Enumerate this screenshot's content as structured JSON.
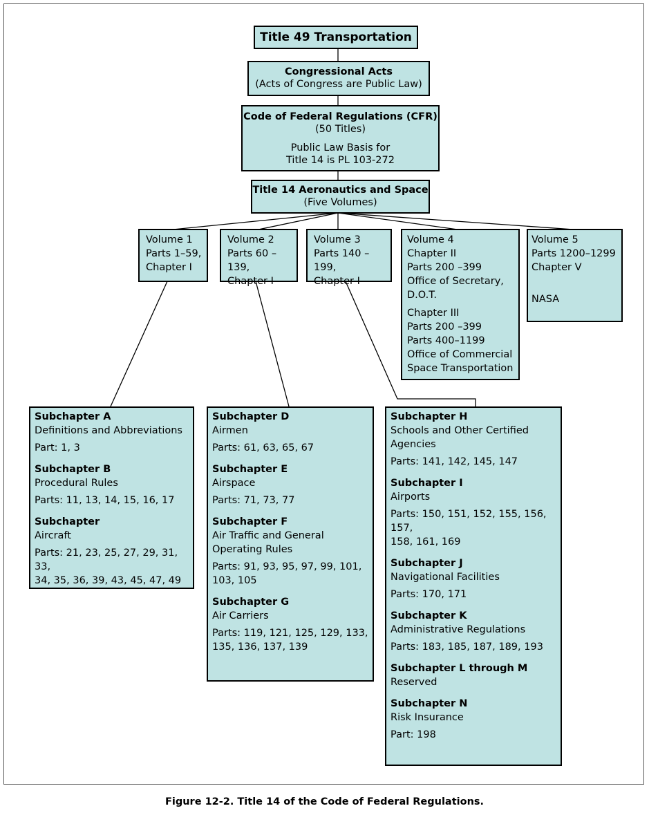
{
  "title": "Title 49 Transportation",
  "congressional": {
    "title": "Congressional Acts",
    "subtitle": "(Acts of Congress are Public Law)"
  },
  "cfr": {
    "title": "Code of Federal Regulations (CFR)",
    "subtitle": "(50 Titles)",
    "line1": "Public Law Basis for",
    "line2": "Title 14 is PL 103-272"
  },
  "title14": {
    "title": "Title 14 Aeronautics and Space",
    "subtitle": "(Five Volumes)"
  },
  "volumes": [
    {
      "lines": [
        "Volume 1",
        "Parts 1–59,",
        "Chapter I"
      ]
    },
    {
      "lines": [
        "Volume 2",
        "Parts 60 –139,",
        "Chapter I"
      ]
    },
    {
      "lines": [
        "Volume 3",
        "Parts 140 –199,",
        "Chapter I"
      ]
    },
    {
      "lines": [
        "Volume 4",
        "Chapter II",
        "Parts 200 –399",
        "Office of Secretary,",
        "D.O.T.",
        "Chapter III",
        "Parts 200 –399",
        "Parts 400–1199",
        "Office of Commercial",
        "Space Transportation"
      ]
    },
    {
      "lines": [
        "Volume 5",
        "Parts 1200–1299",
        "Chapter V",
        "NASA"
      ]
    }
  ],
  "subchapters_vol1": [
    {
      "name": "Subchapter A",
      "desc": [
        "Definitions and Abbreviations"
      ],
      "parts": [
        "Part: 1, 3"
      ]
    },
    {
      "name": "Subchapter B",
      "desc": [
        "Procedural Rules"
      ],
      "parts": [
        "Parts: 11, 13, 14, 15, 16, 17"
      ]
    },
    {
      "name": "Subchapter",
      "desc": [
        "Aircraft"
      ],
      "parts": [
        "Parts: 21, 23, 25, 27, 29, 31, 33,",
        "34, 35, 36, 39, 43, 45, 47, 49"
      ]
    }
  ],
  "subchapters_vol2": [
    {
      "name": "Subchapter D",
      "desc": [
        "Airmen"
      ],
      "parts": [
        "Parts:  61, 63, 65, 67"
      ]
    },
    {
      "name": "Subchapter E",
      "desc": [
        "Airspace"
      ],
      "parts": [
        "Parts: 71, 73, 77"
      ]
    },
    {
      "name": "Subchapter F",
      "desc": [
        "Air Traffic and General",
        "Operating Rules"
      ],
      "parts": [
        "Parts:  91, 93, 95, 97, 99, 101,",
        "103, 105"
      ]
    },
    {
      "name": "Subchapter G",
      "desc": [
        "Air Carriers"
      ],
      "parts": [
        "Parts: 119, 121, 125, 129, 133,",
        "135, 136, 137, 139"
      ]
    }
  ],
  "subchapters_vol3": [
    {
      "name": "Subchapter H",
      "desc": [
        "Schools and Other Certified",
        "Agencies"
      ],
      "parts": [
        "Parts: 141, 142, 145, 147"
      ]
    },
    {
      "name": "Subchapter I",
      "desc": [
        "Airports"
      ],
      "parts": [
        "Parts: 150, 151, 152, 155, 156, 157,",
        "158, 161, 169"
      ]
    },
    {
      "name": "Subchapter J",
      "desc": [
        "Navigational Facilities"
      ],
      "parts": [
        "Parts: 170, 171"
      ]
    },
    {
      "name": "Subchapter K",
      "desc": [
        "Administrative Regulations"
      ],
      "parts": [
        "Parts: 183, 185, 187, 189, 193"
      ]
    },
    {
      "name": "Subchapter L through M",
      "desc": [
        "Reserved"
      ],
      "parts": []
    },
    {
      "name": "Subchapter N",
      "desc": [
        "Risk Insurance"
      ],
      "parts": [
        "Part: 198"
      ]
    }
  ],
  "caption": "Figure 12-2. Title 14 of the Code of Federal Regulations."
}
